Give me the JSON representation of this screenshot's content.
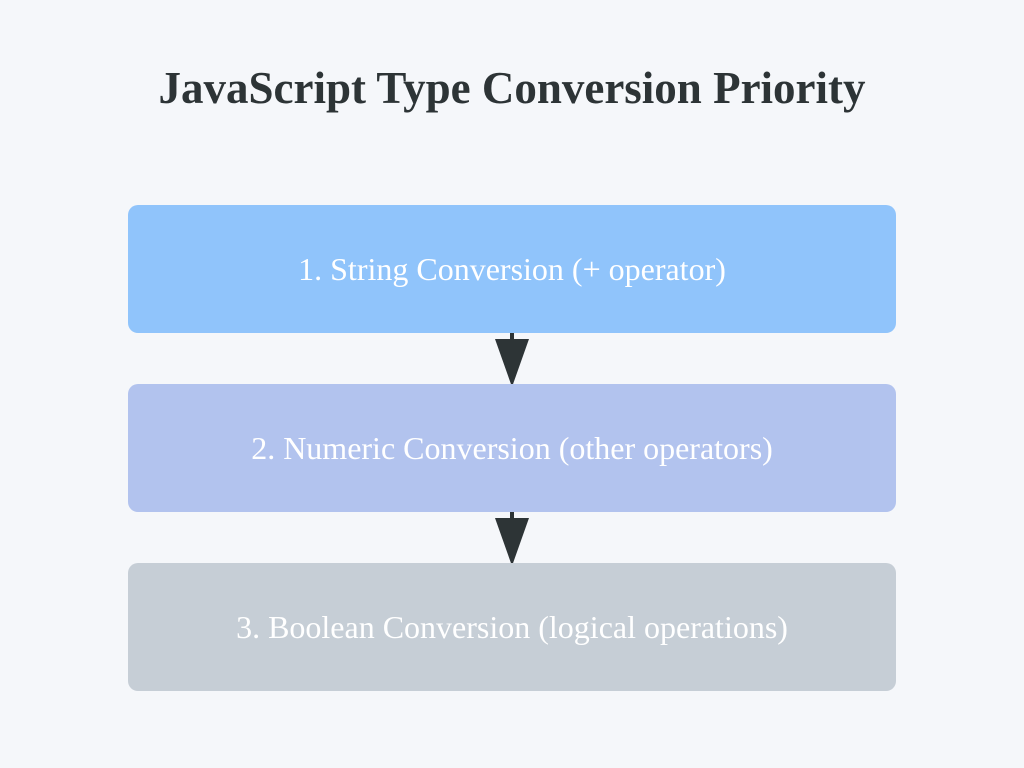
{
  "title": "JavaScript Type Conversion Priority",
  "steps": [
    {
      "label": "1. String Conversion (+ operator)",
      "color": "#90c4fb"
    },
    {
      "label": "2. Numeric Conversion (other operators)",
      "color": "#b2c3ee"
    },
    {
      "label": "3. Boolean Conversion (logical operations)",
      "color": "#c6ced6"
    }
  ],
  "arrow_color": "#2d3436"
}
